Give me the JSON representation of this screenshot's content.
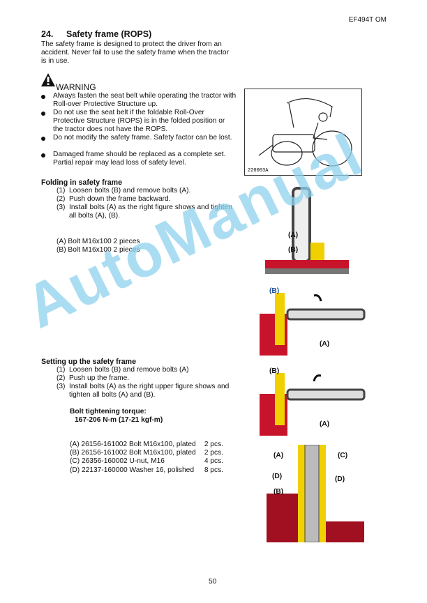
{
  "header": {
    "doc_code": "EF494T OM"
  },
  "section": {
    "number": "24.",
    "title": "Safety frame (ROPS)",
    "intro": "The safety frame is designed to protect the driver from an accident. Never fail to use the safety frame when the tractor is in use."
  },
  "warning": {
    "label": "WARNING",
    "items": [
      "Always fasten the seat belt while operating the tractor with Roll-over Protective Structure up.",
      "Do not use the seat belt if the foldable Roll-Over Protective Structure (ROPS) is in the folded position or the tractor does not have the ROPS.",
      "Do not modify the safety frame. Safety factor can be lost.",
      "Damaged frame should be replaced as a complete set. Partial repair may lead loss of safety level."
    ]
  },
  "figure1": {
    "code": "220003A"
  },
  "folding": {
    "heading": "Folding in safety frame",
    "steps": [
      {
        "n": "(1)",
        "text": "Loosen bolts (B) and remove bolts (A)."
      },
      {
        "n": "(2)",
        "text": "Push down the frame backward."
      },
      {
        "n": "(3)",
        "text": "Install bolts (A) as the right figure shows and tighten all bolts (A), (B)."
      }
    ],
    "parts": [
      "(A) Bolt M16x100   2 pieces",
      "(B) Bolt M16x100   2 pieces"
    ]
  },
  "setup": {
    "heading": "Setting up the safety frame",
    "steps": [
      {
        "n": "(1)",
        "text": "Loosen bolts (B) and remove bolts (A)"
      },
      {
        "n": "(2)",
        "text": "Push up the frame."
      },
      {
        "n": "(3)",
        "text": "Install bolts (A) as the right upper figure shows and tighten all bolts (A) and (B)."
      }
    ],
    "torque_label": "Bolt tightening torque:",
    "torque_value": "167-206 N-m (17-21 kgf-m)",
    "parts": [
      {
        "desc": "(A) 26156-161002 Bolt M16x100, plated",
        "qty": "2 pcs."
      },
      {
        "desc": "(B) 26156-161002 Bolt M16x100, plated",
        "qty": "2 pcs."
      },
      {
        "desc": "(C) 26356-160002 U-nut, M16",
        "qty": "4 pcs."
      },
      {
        "desc": "(D) 22137-160000 Washer 16, polished",
        "qty": "8 pcs."
      }
    ]
  },
  "callouts": {
    "a": "(A)",
    "b": "(B)",
    "c": "(C)",
    "d": "(D)"
  },
  "watermark": "AutoManual",
  "page_number": "50",
  "colors": {
    "frame_yellow": "#f0d000",
    "tractor_red": "#c8142a",
    "watermark": "#8fd2ee"
  }
}
